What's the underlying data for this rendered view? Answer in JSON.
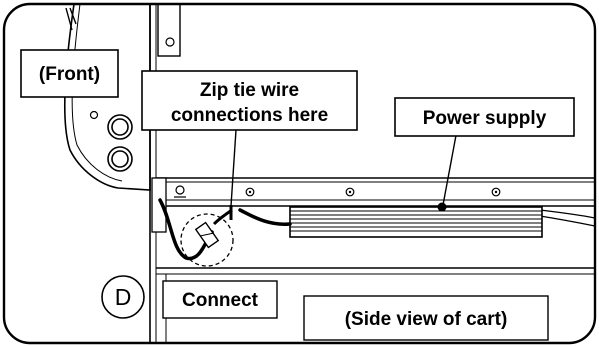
{
  "labels": {
    "front": "(Front)",
    "zip_tie_line1": "Zip tie wire",
    "zip_tie_line2": "connections here",
    "power_supply": "Power supply",
    "step_letter": "D",
    "connect": "Connect",
    "side_view": "(Side view of cart)"
  }
}
